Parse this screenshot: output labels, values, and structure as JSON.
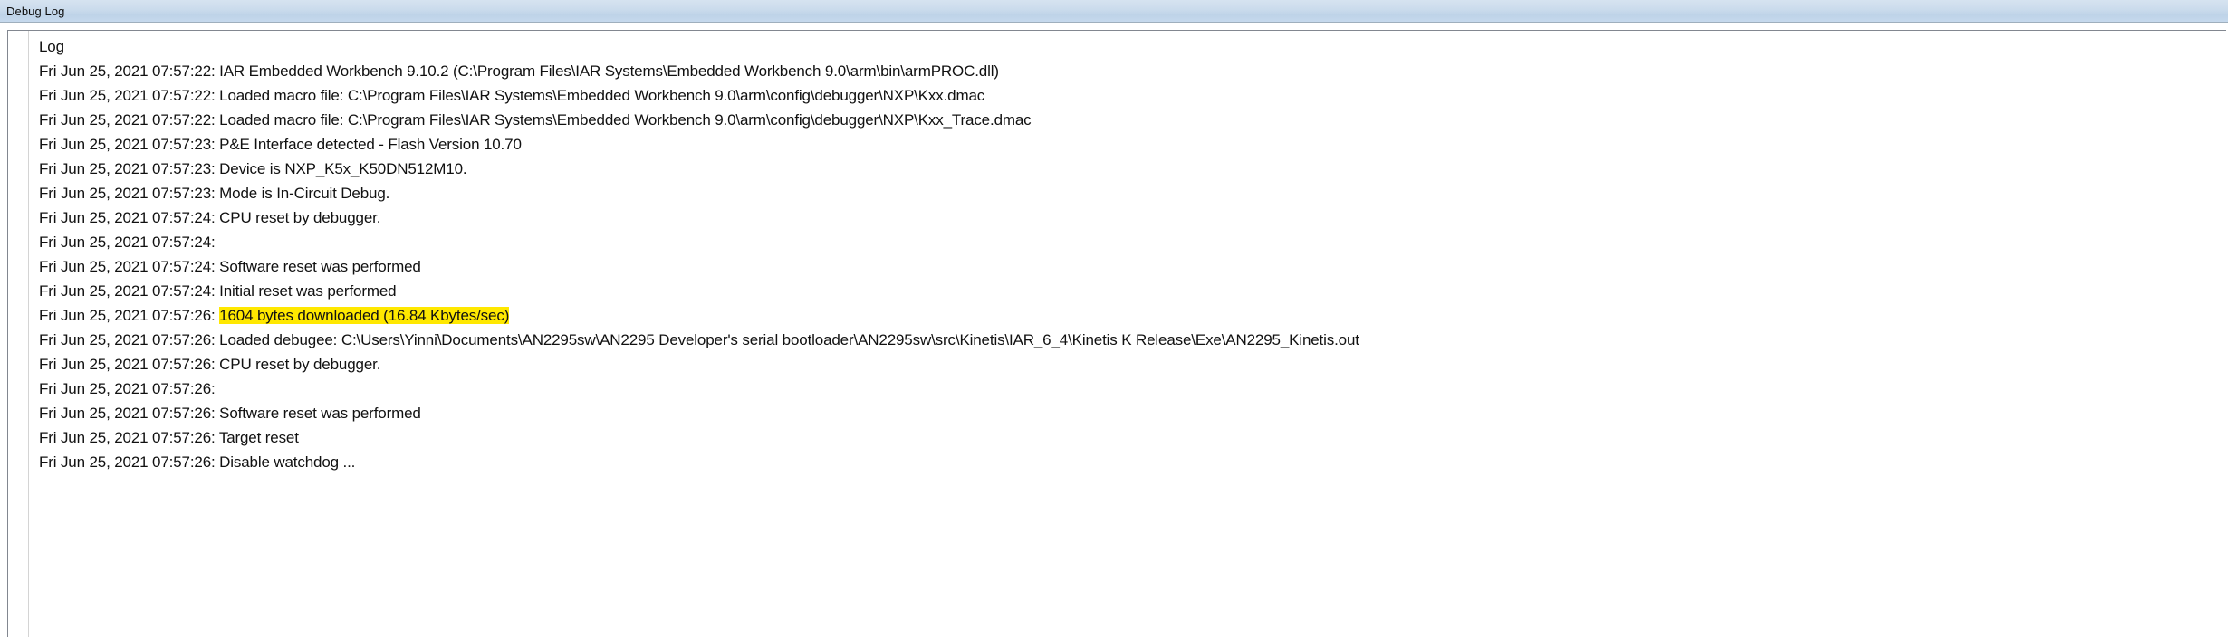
{
  "window": {
    "title": "Debug Log"
  },
  "log": {
    "column_header": "Log",
    "lines": [
      {
        "text": "Fri Jun 25, 2021 07:57:22: IAR Embedded Workbench 9.10.2 (C:\\Program Files\\IAR Systems\\Embedded Workbench 9.0\\arm\\bin\\armPROC.dll)",
        "highlight": null
      },
      {
        "text": "Fri Jun 25, 2021 07:57:22: Loaded macro file: C:\\Program Files\\IAR Systems\\Embedded Workbench 9.0\\arm\\config\\debugger\\NXP\\Kxx.dmac",
        "highlight": null
      },
      {
        "text": "Fri Jun 25, 2021 07:57:22: Loaded macro file: C:\\Program Files\\IAR Systems\\Embedded Workbench 9.0\\arm\\config\\debugger\\NXP\\Kxx_Trace.dmac",
        "highlight": null
      },
      {
        "text": "Fri Jun 25, 2021 07:57:23: P&E Interface detected - Flash Version 10.70",
        "highlight": null
      },
      {
        "text": "Fri Jun 25, 2021 07:57:23: Device is NXP_K5x_K50DN512M10.",
        "highlight": null
      },
      {
        "text": "Fri Jun 25, 2021 07:57:23: Mode is In-Circuit Debug.",
        "highlight": null
      },
      {
        "text": "Fri Jun 25, 2021 07:57:24: CPU reset by debugger.",
        "highlight": null
      },
      {
        "text": "Fri Jun 25, 2021 07:57:24:",
        "highlight": null
      },
      {
        "text": "Fri Jun 25, 2021 07:57:24: Software reset was performed",
        "highlight": null
      },
      {
        "text": "Fri Jun 25, 2021 07:57:24: Initial reset was performed",
        "highlight": null
      },
      {
        "prefix": "Fri Jun 25, 2021 07:57:26: ",
        "highlight": "1604 bytes downloaded (16.84 Kbytes/sec)",
        "suffix": ""
      },
      {
        "text": "Fri Jun 25, 2021 07:57:26: Loaded debugee: C:\\Users\\Yinni\\Documents\\AN2295sw\\AN2295 Developer's serial bootloader\\AN2295sw\\src\\Kinetis\\IAR_6_4\\Kinetis K Release\\Exe\\AN2295_Kinetis.out",
        "highlight": null
      },
      {
        "text": "Fri Jun 25, 2021 07:57:26: CPU reset by debugger.",
        "highlight": null
      },
      {
        "text": "Fri Jun 25, 2021 07:57:26:",
        "highlight": null
      },
      {
        "text": "Fri Jun 25, 2021 07:57:26: Software reset was performed",
        "highlight": null
      },
      {
        "text": "Fri Jun 25, 2021 07:57:26: Target reset",
        "highlight": null
      },
      {
        "text": "Fri Jun 25, 2021 07:57:26: Disable watchdog ...",
        "highlight": null
      }
    ]
  },
  "colors": {
    "highlight": "#ffe800",
    "titlebar_top": "#d6e3f0",
    "titlebar_bottom": "#c6d9ed",
    "text": "#111111",
    "frame_border": "#828790"
  }
}
